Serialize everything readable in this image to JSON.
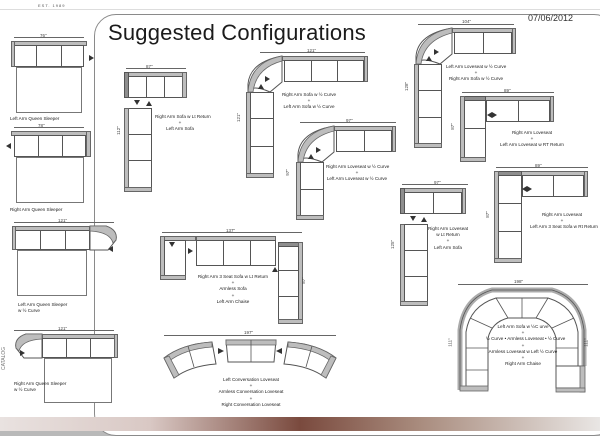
{
  "header": {
    "est": "EST. 1989",
    "title": "Suggested Configurations",
    "date": "07/06/2012",
    "side_label": "CATALOG"
  },
  "left_column": {
    "queen_left": {
      "dim": "76\"",
      "caption": "Left Arm Queen  Sleeper"
    },
    "queen_right": {
      "dim": "78\"",
      "caption": "Right Arm Queen  Sleeper"
    },
    "sleeper_left_curve": {
      "dim": "121\"",
      "caption_1": "Left Arm Queen Sleeper",
      "caption_2": "w ½ Curve"
    },
    "sleeper_right_curve": {
      "dim": "121\"",
      "caption_1": "Right Arm Queen Sleeper",
      "caption_2": "w ½ Curve"
    }
  },
  "configs": {
    "c1": {
      "dim_w": "87\"",
      "dim_h": "112\"",
      "lines": [
        "Right Arm Sofa w Lt Return",
        "+",
        "Left Arm Sofa"
      ]
    },
    "c2": {
      "dim_w": "121\"",
      "dim_h": "121\"",
      "lines": [
        "Right Arm Sofa w ½ Curve",
        "+",
        "Left Arm Sofa w ½ Curve"
      ]
    },
    "c3": {
      "dim_w": "97\"",
      "dim_h": "97\"",
      "lines": [
        "Right Arm Loveseat w ½ Curve",
        "+",
        "Left Arm Loveseat w ½ Curve"
      ]
    },
    "c4": {
      "dim_w": "104\"",
      "dim_h": "128\"",
      "lines": [
        "Left Arm Loveseat w ½ Curve",
        "+",
        "Right Arm Sofa w ½ Curve"
      ]
    },
    "c5": {
      "dim_w": "89\"",
      "dim_h": "87\"",
      "lines": [
        "Right Arm Loveseat",
        "+",
        "Left Arm Loveseat w RT Return"
      ]
    },
    "c6": {
      "dim_w": "89\"",
      "dim_h": "87\"",
      "lines": [
        "Right Arm Loveseat",
        "+",
        "Left Arm 3 Seat Sofa w Rt Return"
      ]
    },
    "c7": {
      "dim_w": "97\"",
      "dim_h": "125\"",
      "lines": [
        "Right Arm Loveseat",
        "w Lt Return",
        "+",
        "Left Arm Sofa"
      ]
    },
    "c8": {
      "dim_w": "137\"",
      "dim_h": "87\"",
      "lines": [
        "Right Arm 3 Seat Sofa w Lt Return",
        "+",
        "Armless Sofa",
        "+",
        "Left Arm Chaise"
      ]
    },
    "c9": {
      "dim_w": "198\"",
      "dim_h_left": "111\"",
      "dim_h_right": "111\"",
      "lines": [
        "Left Arm  Sofa w  ½C  urve",
        "+",
        "½ Curve  • Armless Loveseat • ½ Curve",
        "+",
        "Armless Loveseat   w Left ½ Curve",
        "+",
        "Right Arm Chaise"
      ]
    },
    "c10": {
      "dim_w": "197\"",
      "lines": [
        "Left Conversation Loveseat",
        "+",
        "Armless Conversation Loveseat",
        "+",
        "Right Conversation Loveseat"
      ]
    }
  }
}
